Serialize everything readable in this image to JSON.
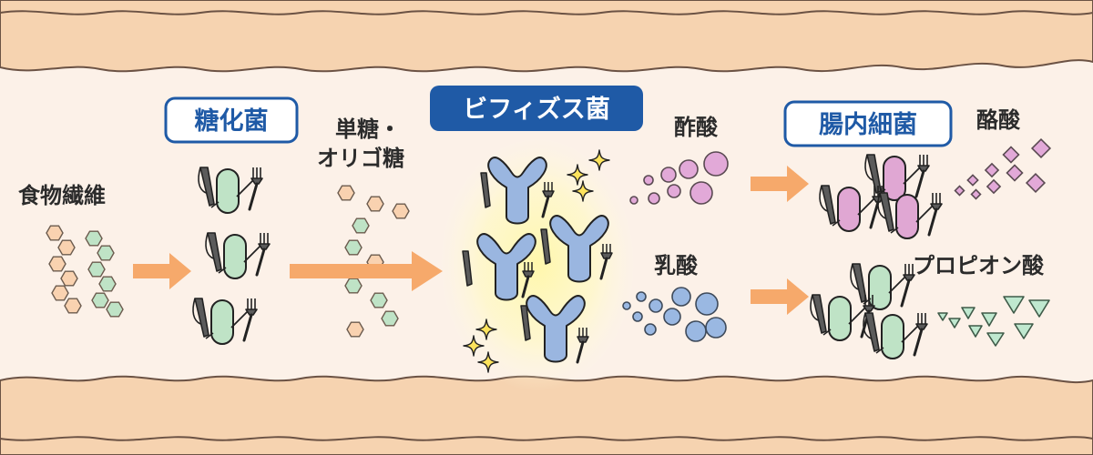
{
  "colors": {
    "band": "#f6d3b0",
    "band_line": "#6b5244",
    "lumen": "#fcf1e8",
    "arrow": "#f6a96b",
    "outline": "#1f5aa6",
    "hex_orange": "#f9d2b0",
    "hex_green": "#bfe3c6",
    "bacteria_green": "#bfe3c6",
    "bifido_blue": "#9ab6e0",
    "bacteria_pink": "#e0a7d3",
    "acetic_pink": "#e2a9d8",
    "lactic_blue": "#9ab8e2",
    "butyric_pink": "#e2a9d8",
    "propionic_green": "#bfe8cf",
    "glow": "#fff6a6"
  },
  "labels": {
    "fiber": "食物繊維",
    "saccharolytic": "糖化菌",
    "sugar_line1": "単糖・",
    "sugar_line2": "オリゴ糖",
    "bifidobacteria": "ビフィズス菌",
    "acetic": "酢酸",
    "lactic": "乳酸",
    "gut_bacteria": "腸内細菌",
    "butyric": "酪酸",
    "propionic": "プロピオン酸"
  },
  "icons": {
    "bacterium": "bacterium-with-knife-and-fork-icon",
    "bifido": "bifidobacterium-y-shape-icon",
    "sparkle": "sparkle-icon",
    "arrow": "right-arrow-icon",
    "hexagon": "hexagon-molecule-icon"
  }
}
